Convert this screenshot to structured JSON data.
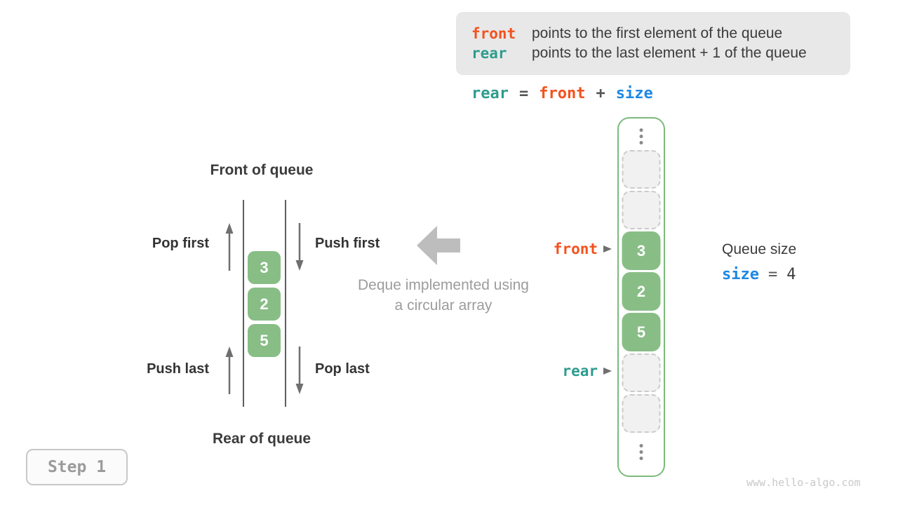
{
  "colors": {
    "orange": "#F4511E",
    "teal": "#2E9C8E",
    "blue": "#1E88E5",
    "green": "#88BE86",
    "green_border": "#7CBA7C",
    "dark_text": "#3B3B3B",
    "gray_text": "#9C9C9C",
    "arrow_gray": "#6F6F6F",
    "big_arrow_gray": "#BDBDBD",
    "legend_bg": "#E8E8E8",
    "dashed_cell_bg": "#F1F1F1",
    "dashed_cell_border": "#CBCBCB",
    "dots_gray": "#8A8A8A",
    "step_gray": "#9B9B9B",
    "watermark_gray": "#C9C9C9"
  },
  "legend": {
    "line1": {
      "keyword": "front",
      "text": "points to the first element of the queue"
    },
    "line2": {
      "keyword": "rear",
      "text": "points to the last element + 1 of the queue"
    }
  },
  "formula": {
    "rear": "rear",
    "eq": "=",
    "front": "front",
    "plus": "+",
    "size": "size"
  },
  "queue": {
    "front_of_queue": "Front of queue",
    "rear_of_queue": "Rear of queue",
    "pop_first": "Pop first",
    "push_first": "Push first",
    "push_last": "Push last",
    "pop_last": "Pop last",
    "elements": [
      "3",
      "2",
      "5"
    ]
  },
  "caption": {
    "line1": "Deque implemented using",
    "line2": "a circular array"
  },
  "array": {
    "values": [
      "3",
      "2",
      "5"
    ],
    "front_pointer": "front",
    "rear_pointer": "rear"
  },
  "size_panel": {
    "title": "Queue size",
    "variable": "size",
    "eq": "=",
    "value": "4"
  },
  "step_button": {
    "label": "Step 1"
  },
  "watermark": "www.hello-algo.com"
}
